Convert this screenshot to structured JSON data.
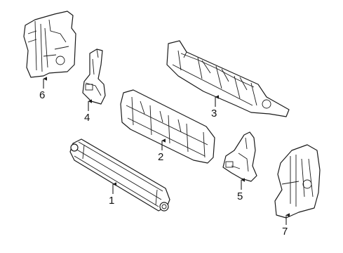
{
  "diagram": {
    "callouts": [
      {
        "id": "1",
        "label": "1"
      },
      {
        "id": "2",
        "label": "2"
      },
      {
        "id": "3",
        "label": "3"
      },
      {
        "id": "4",
        "label": "4"
      },
      {
        "id": "5",
        "label": "5"
      },
      {
        "id": "6",
        "label": "6"
      },
      {
        "id": "7",
        "label": "7"
      }
    ],
    "colors": {
      "line": "#1a1a1a",
      "background": "#ffffff"
    }
  }
}
